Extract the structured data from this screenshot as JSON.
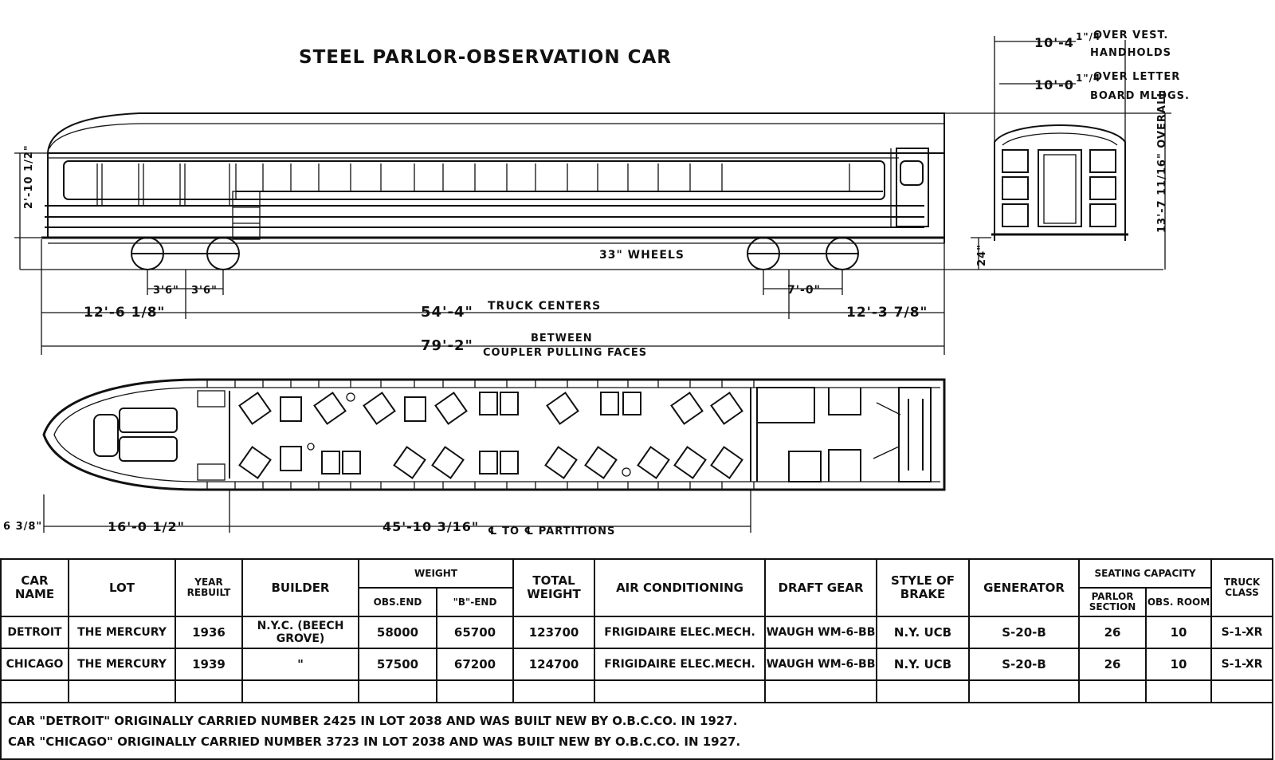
{
  "title": "STEEL PARLOR-OBSERVATION CAR",
  "dimensions": {
    "vest_width_main": "10'-4",
    "vest_width_frac": "1\"/4",
    "vest_label_1": "OVER VEST.",
    "vest_label_2": "HANDHOLDS",
    "letter_width_main": "10'-0",
    "letter_width_frac": "1\"/4",
    "letter_label_1": "OVER LETTER",
    "letter_label_2": "BOARD MLDGS.",
    "overall_height": "13'-7 11/16\" OVERALL",
    "window_height": "2'-10 1/2\"",
    "floor_height": "24\"",
    "wheels": "33\" WHEELS",
    "wheelbase_a": "3'6\"",
    "wheelbase_b": "3'6\"",
    "wheelbase_b_end": "7'-0\"",
    "obs_overhang": "12'-6 1/8\"",
    "truck_centers_value": "54'-4\"",
    "truck_centers_label": "TRUCK CENTERS",
    "b_overhang": "12'-3 7/8\"",
    "coupler_value": "79'-2\"",
    "coupler_label_1": "BETWEEN",
    "coupler_label_2": "COUPLER PULLING FACES",
    "tip_offset": "6 3/8\"",
    "obs_room": "16'-0 1/2\"",
    "partitions_value": "45'-10 3/16\"",
    "partitions_label": "℄ TO ℄ PARTITIONS"
  },
  "table": {
    "headers": {
      "car_name": "CAR NAME",
      "lot": "LOT",
      "year": "YEAR REBUILT",
      "builder": "BUILDER",
      "weight": "WEIGHT",
      "obs_end": "OBS.END",
      "b_end": "\"B\"-END",
      "total_weight": "TOTAL WEIGHT",
      "air": "AIR CONDITIONING",
      "draft": "DRAFT GEAR",
      "brake": "STYLE OF BRAKE",
      "generator": "GENERATOR",
      "seating": "SEATING CAPACITY",
      "parlor": "PARLOR SECTION",
      "obs_room": "OBS. ROOM",
      "truck": "TRUCK CLASS"
    },
    "rows": [
      {
        "car_name": "DETROIT",
        "lot": "THE MERCURY",
        "year": "1936",
        "builder": "N.Y.C. (BEECH GROVE)",
        "obs_end": "58000",
        "b_end": "65700",
        "total": "123700",
        "air": "FRIGIDAIRE ELEC.MECH.",
        "draft": "WAUGH WM-6-BB",
        "brake": "N.Y. UCB",
        "generator": "S-20-B",
        "parlor": "26",
        "obs": "10",
        "truck": "S-1-XR"
      },
      {
        "car_name": "CHICAGO",
        "lot": "THE MERCURY",
        "year": "1939",
        "builder": "\"",
        "obs_end": "57500",
        "b_end": "67200",
        "total": "124700",
        "air": "FRIGIDAIRE ELEC.MECH.",
        "draft": "WAUGH WM-6-BB",
        "brake": "N.Y. UCB",
        "generator": "S-20-B",
        "parlor": "26",
        "obs": "10",
        "truck": "S-1-XR"
      }
    ],
    "notes": [
      "CAR \"DETROIT\" ORIGINALLY CARRIED NUMBER 2425 IN LOT 2038 AND WAS BUILT NEW BY O.B.C.CO. IN 1927.",
      "CAR \"CHICAGO\" ORIGINALLY CARRIED NUMBER 3723 IN LOT 2038 AND WAS BUILT NEW BY O.B.C.CO. IN 1927."
    ]
  }
}
